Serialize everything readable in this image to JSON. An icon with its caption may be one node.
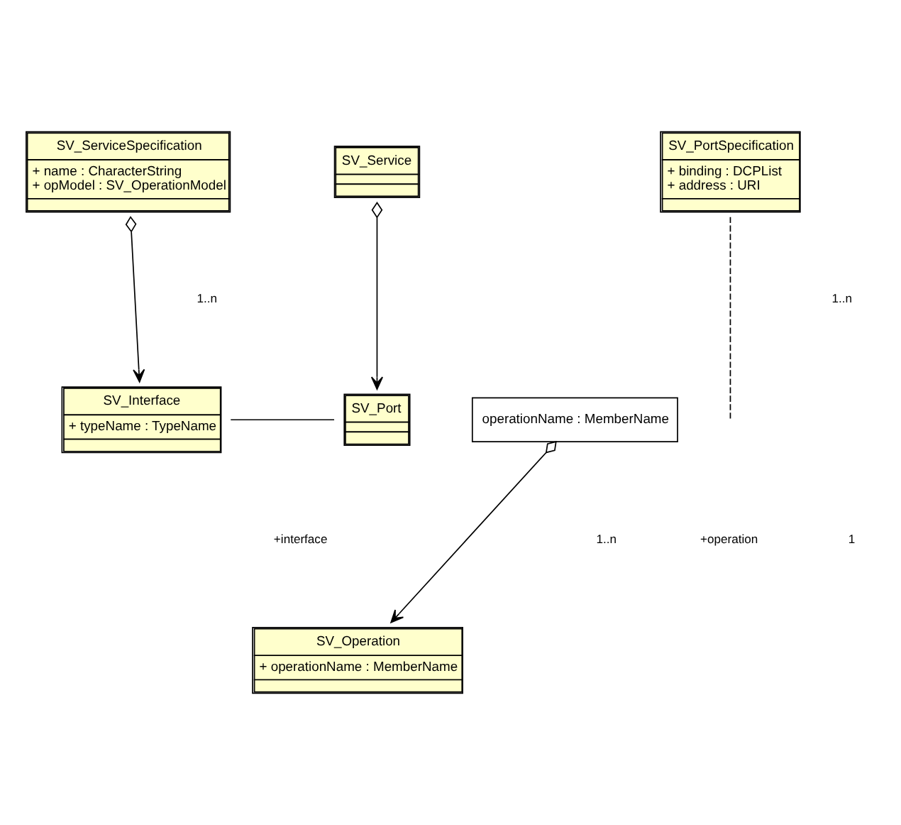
{
  "diagram": {
    "nodes": [
      {
        "text": [
          "SV_ServiceSpecification",
          "+ name : CharacterString",
          "+ opModel : SV_OperationModel"
        ]
      },
      {
        "text": [
          "SV_PortSpecification",
          "+ binding : DCPList",
          "+ address : URI"
        ]
      },
      {
        "text": [
          "SV_Service"
        ]
      },
      {
        "text": [
          "SV_Interface",
          "+ typeName : TypeName"
        ]
      },
      {
        "text": [
          "operationName : MemberName"
        ]
      },
      {
        "text": [
          "SV_Port"
        ]
      },
      {
        "text": [
          "SV_Operation",
          "+ operationName : MemberName"
        ]
      }
    ],
    "edges": [
      {
        "from": 0,
        "to": 3,
        "arrow": "to"
      },
      {
        "from": 2,
        "to": 5,
        "arrow": "to"
      },
      {
        "from": 3,
        "to": 5,
        "arrow": "none"
      },
      {
        "from": 1,
        "to": null,
        "arrow": "none",
        "style": "dashed"
      },
      {
        "from": 4,
        "to": 6,
        "arrow": "to"
      }
    ],
    "labels": [
      "1..n",
      "1..n",
      "+interface",
      "1..n",
      "+operation",
      "1"
    ]
  }
}
